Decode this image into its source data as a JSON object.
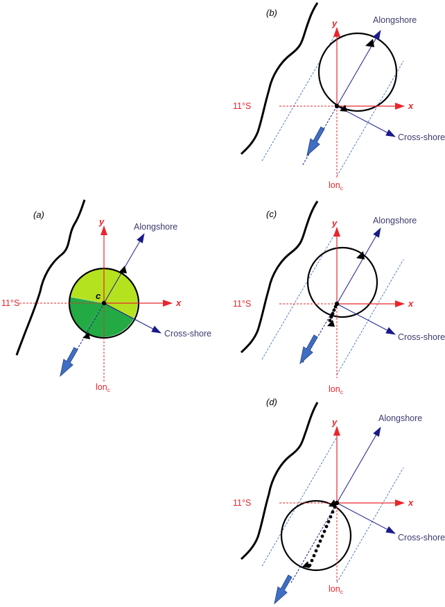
{
  "colors": {
    "axis_red": "#e8262b",
    "direction_blue": "#1a1a8c",
    "dashed_blue": "#5578c8",
    "label_text": "#3b3a6e",
    "arrow_fill": "#3f6fc4",
    "arrow_stroke": "#2a4c8c",
    "quadrant_light": "#b5e21f",
    "quadrant_dark": "#24aa45"
  },
  "panels": {
    "a": {
      "label": "(a)",
      "x_label": "x",
      "y_label": "y",
      "lat_label": "11°S",
      "lon_label": "lon",
      "lon_sub": "c",
      "alongshore_label": "Alongshore",
      "crossshore_label": "Cross-shore",
      "center_label": "c"
    },
    "b": {
      "label": "(b)",
      "x_label": "x",
      "y_label": "y",
      "lat_label": "11°S",
      "lon_label": "lon",
      "lon_sub": "c",
      "alongshore_label": "Alongshore",
      "crossshore_label": "Cross-shore"
    },
    "c": {
      "label": "(c)",
      "x_label": "x",
      "y_label": "y",
      "lat_label": "11°S",
      "lon_label": "lon",
      "lon_sub": "c",
      "alongshore_label": "Alongshore",
      "crossshore_label": "Cross-shore"
    },
    "d": {
      "label": "(d)",
      "x_label": "x",
      "y_label": "y",
      "lat_label": "11°S",
      "lon_label": "lon",
      "lon_sub": "c",
      "alongshore_label": "Alongshore",
      "crossshore_label": "Cross-shore"
    }
  }
}
